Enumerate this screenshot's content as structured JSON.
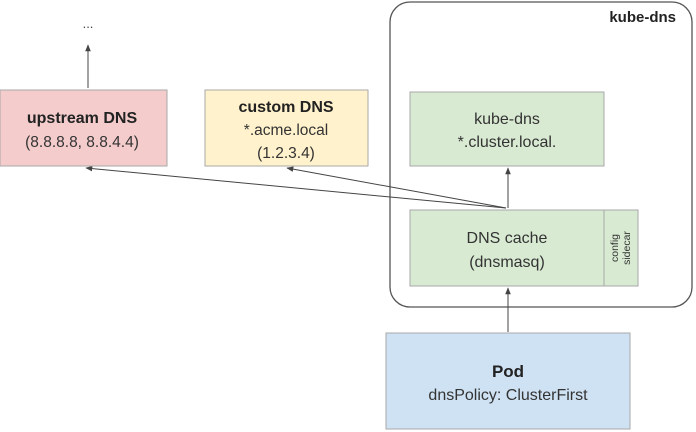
{
  "diagram": {
    "group": {
      "label": "kube-dns"
    },
    "nodes": {
      "upstream_dns": {
        "title": "upstream DNS",
        "line2": "(8.8.8.8, 8.8.4.4)",
        "fill": "#f4cccc",
        "stroke": "#a8a8a8"
      },
      "custom_dns": {
        "title": "custom DNS",
        "line2": "*.acme.local",
        "line3": "(1.2.3.4)",
        "fill": "#fff2cc",
        "stroke": "#a8a8a8"
      },
      "kube_dns": {
        "line1": "kube-dns",
        "line2": "*.cluster.local.",
        "fill": "#d9ead3",
        "stroke": "#a8a8a8"
      },
      "dns_cache": {
        "line1": "DNS cache",
        "line2": "(dnsmasq)",
        "fill": "#d9ead3",
        "stroke": "#a8a8a8"
      },
      "config_sidecar": {
        "line1": "config",
        "line2": "sidecar",
        "fill": "#d9ead3",
        "stroke": "#a8a8a8"
      },
      "pod": {
        "title": "Pod",
        "line2": "dnsPolicy: ClusterFirst",
        "fill": "#cfe2f3",
        "stroke": "#a8a8a8"
      }
    },
    "ellipsis": "...",
    "edge_color": "#444444"
  }
}
